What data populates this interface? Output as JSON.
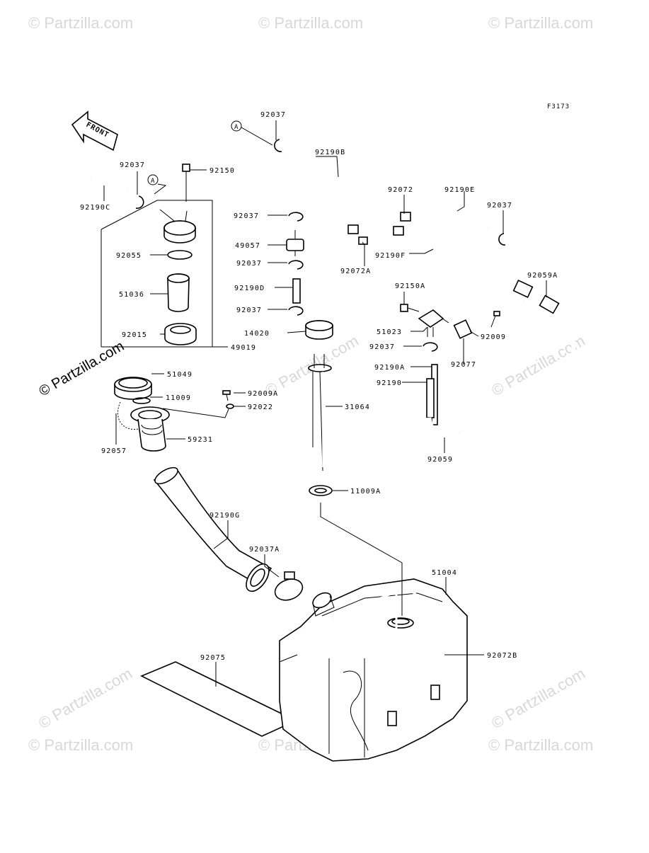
{
  "figure_code": "F3173",
  "front_label": "FRONT",
  "ref_marker": "A",
  "watermark": "© Partzilla.com",
  "labels": {
    "92037_top": "92037",
    "92190B": "92190B",
    "92037_l": "92037",
    "92150": "92150",
    "92190C": "92190C",
    "92037_a": "92037",
    "92072": "92072",
    "92190E": "92190E",
    "92037_r": "92037",
    "49057": "49057",
    "92037_b": "92037",
    "92072A": "92072A",
    "92190F": "92190F",
    "92055": "92055",
    "92059A": "92059A",
    "51036": "51036",
    "92150A": "92150A",
    "92190D": "92190D",
    "92037_c": "92037",
    "14020": "14020",
    "51023": "51023",
    "92009": "92009",
    "92015": "92015",
    "92037_d": "92037",
    "49019": "49019",
    "92077": "92077",
    "92190A": "92190A",
    "51049": "51049",
    "92190": "92190",
    "92009A": "92009A",
    "11009": "11009",
    "92022": "92022",
    "31064": "31064",
    "59231": "59231",
    "92057": "92057",
    "92059": "92059",
    "11009A": "11009A",
    "92190G": "92190G",
    "92037A": "92037A",
    "51004": "51004",
    "92072B": "92072B",
    "92075": "92075"
  }
}
